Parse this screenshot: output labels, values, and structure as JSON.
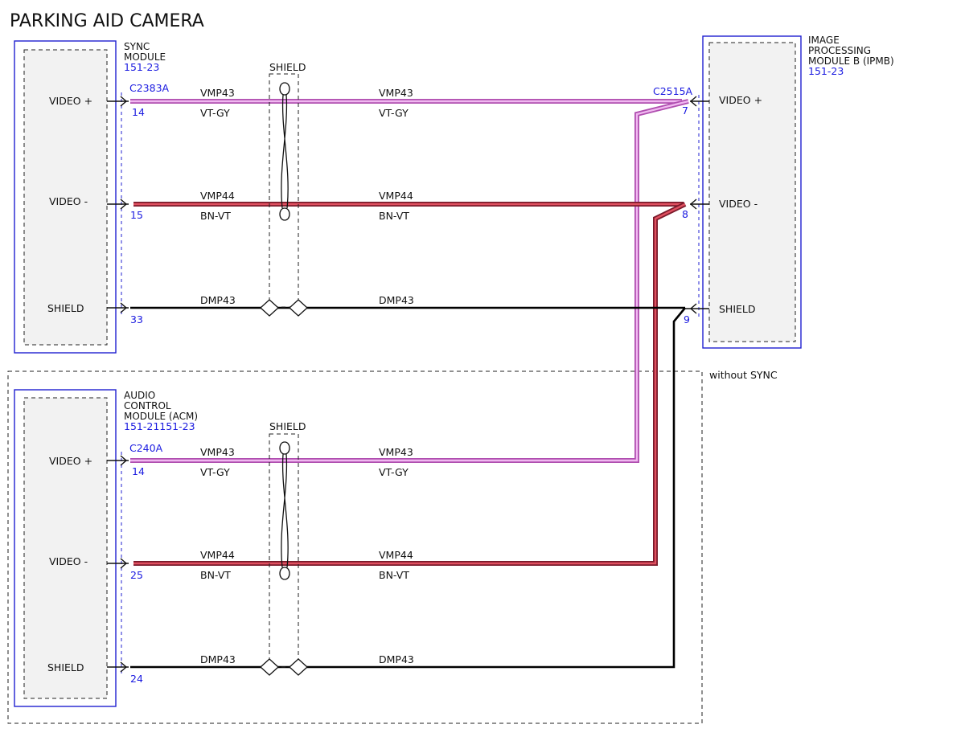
{
  "title": "PARKING AID CAMERA",
  "colors": {
    "vt_gy_outer": "#b04fb0",
    "vt_gy_inner": "#f0b8f0",
    "bn_vt_outer": "#7a1a2a",
    "bn_vt_inner": "#e05060",
    "shield_wire": "#000000",
    "module_border": "#2020d0",
    "reference_text": "#1a1ae0"
  },
  "sync_module": {
    "name_lines": [
      "SYNC",
      "MODULE"
    ],
    "ref": "151-23",
    "connector": "C2383A",
    "pins": [
      {
        "label": "VIDEO +",
        "number": "14"
      },
      {
        "label": "VIDEO -",
        "number": "15"
      },
      {
        "label": "SHIELD",
        "number": "33"
      }
    ]
  },
  "ipmb_module": {
    "name_lines": [
      "IMAGE",
      "PROCESSING",
      "MODULE B (IPMB)"
    ],
    "ref": "151-23",
    "connector": "C2515A",
    "pins": [
      {
        "label": "VIDEO +",
        "number": "7"
      },
      {
        "label": "VIDEO -",
        "number": "8"
      },
      {
        "label": "SHIELD",
        "number": "9"
      }
    ]
  },
  "acm_module": {
    "name_lines": [
      "AUDIO",
      "CONTROL",
      "MODULE (ACM)"
    ],
    "ref": "151-21151-23",
    "connector": "C240A",
    "pins": [
      {
        "label": "VIDEO +",
        "number": "14"
      },
      {
        "label": "VIDEO -",
        "number": "25"
      },
      {
        "label": "SHIELD",
        "number": "24"
      }
    ]
  },
  "shield_label": "SHIELD",
  "without_sync_label": "without SYNC",
  "circuits": {
    "video_plus": {
      "circuit": "VMP43",
      "color": "VT-GY"
    },
    "video_minus": {
      "circuit": "VMP44",
      "color": "BN-VT"
    },
    "shield": {
      "circuit": "DMP43"
    }
  }
}
